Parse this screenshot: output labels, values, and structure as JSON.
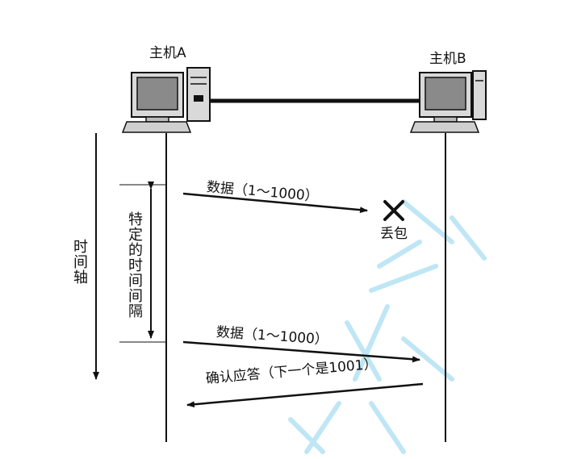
{
  "hosts": {
    "a_label": "主机A",
    "b_label": "主机B"
  },
  "timeline": {
    "axis_label": "时间轴",
    "interval_label": "特定的时间间隔"
  },
  "messages": {
    "first_send": "数据（1～1000）",
    "loss_label": "丢包",
    "resend": "数据（1～1000）",
    "ack": "确认应答（下一个是1001）"
  },
  "colors": {
    "line": "#111111",
    "watermark": "#bfe6f5"
  }
}
